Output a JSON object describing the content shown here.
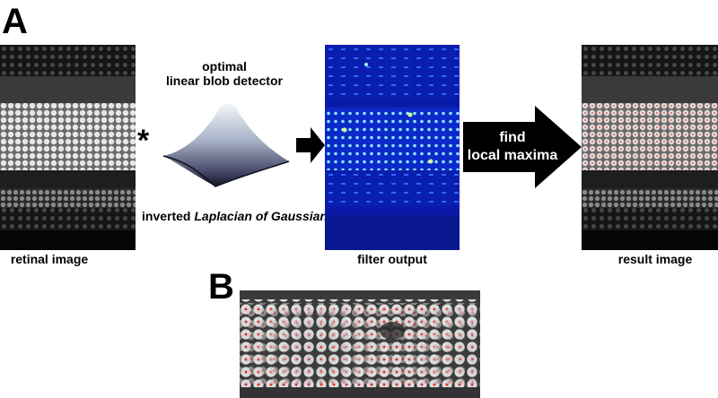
{
  "figure": {
    "panel_a": {
      "label": "A",
      "operator_symbol": "*",
      "detector_title_line1": "optimal",
      "detector_title_line2": "linear blob detector",
      "detector_caption_prefix": "inverted ",
      "detector_caption_italic": "Laplacian of Gaussian",
      "arrow_text_line1": "find",
      "arrow_text_line2": "local maxima",
      "captions": {
        "retinal": "retinal image",
        "filter": "filter output",
        "result": "result image"
      }
    },
    "panel_b": {
      "label": "B"
    }
  }
}
